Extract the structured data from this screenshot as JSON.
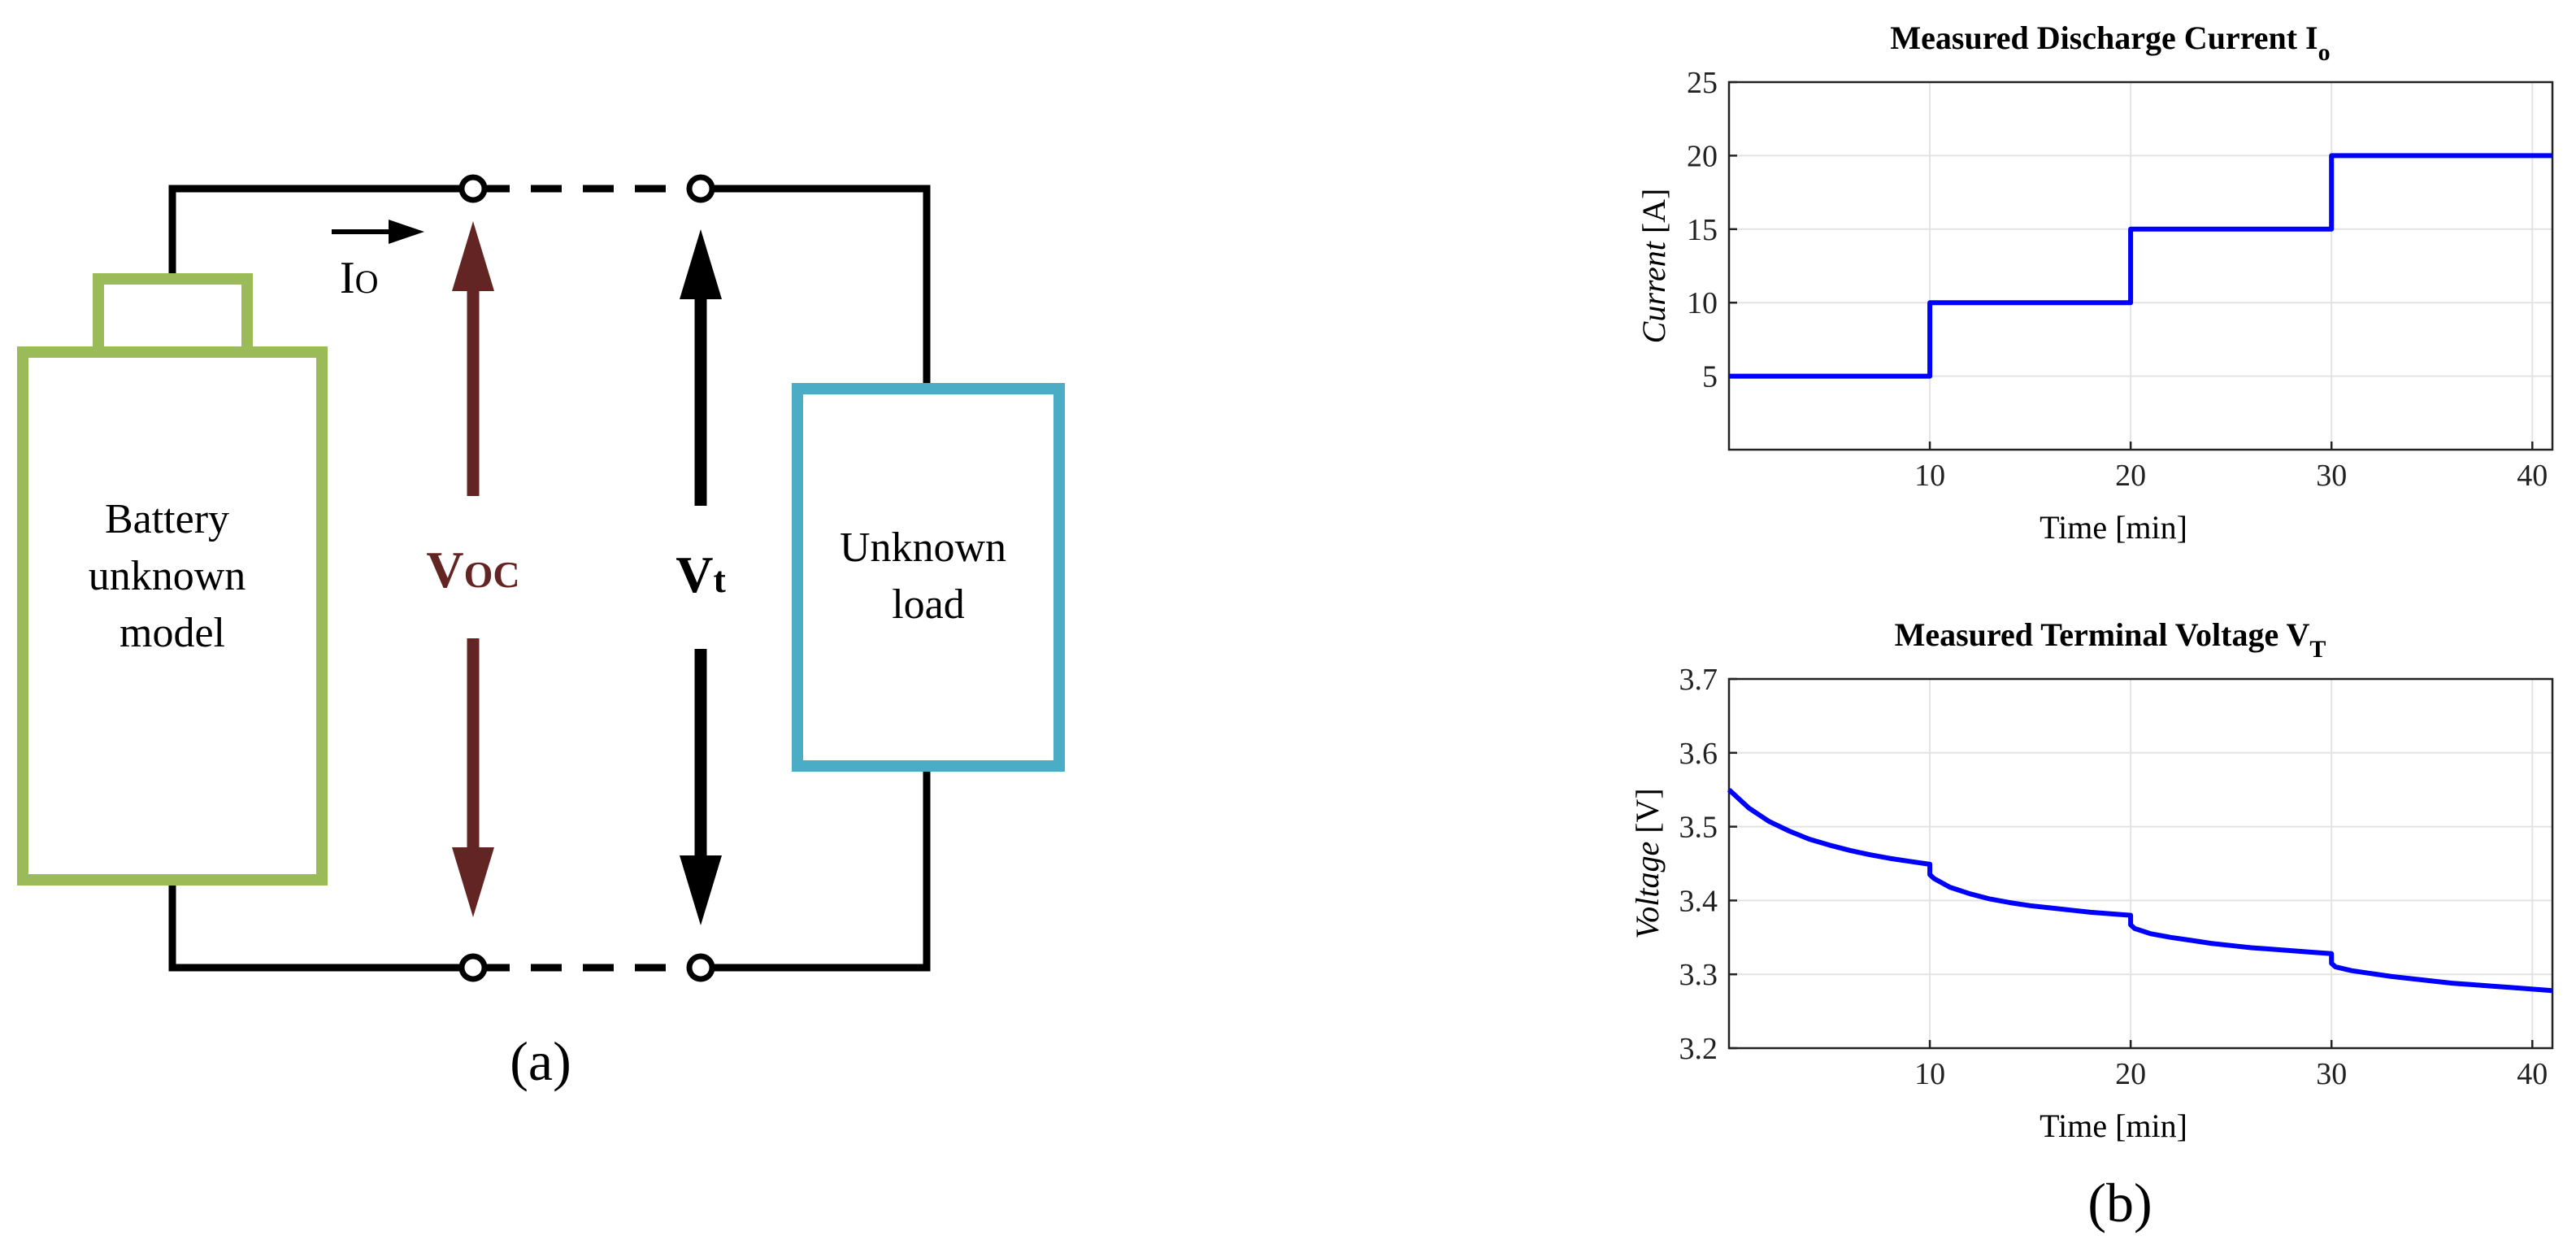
{
  "circuit": {
    "battery_label": [
      "Battery",
      "unknown",
      "model"
    ],
    "load_label": [
      "Unknown",
      "load"
    ],
    "current_label_main": "I",
    "current_label_sub": "O",
    "voc_label_main": "V",
    "voc_label_sub": "OC",
    "vt_label_main": "V",
    "vt_label_sub": "t",
    "panel_label": "(a)",
    "colors": {
      "battery": "#9bbb59",
      "load": "#4bacc6",
      "voc_arrow": "#632523",
      "wire": "#000000"
    }
  },
  "panel_b_label": "(b)",
  "chart_data": [
    {
      "type": "line",
      "title_main": "Measured Discharge Current I",
      "title_sub": "o",
      "xlabel": "Time [min]",
      "ylabel_italic": "Current",
      "ylabel_unit": "[A]",
      "xlim": [
        0,
        41
      ],
      "ylim": [
        0,
        25
      ],
      "xticks": [
        10,
        20,
        30,
        40
      ],
      "yticks": [
        5,
        10,
        15,
        20,
        25
      ],
      "grid": true,
      "color": "#0000ff",
      "series": [
        {
          "x": [
            0,
            10,
            10,
            20,
            20,
            30,
            30,
            41
          ],
          "y": [
            5,
            5,
            10,
            10,
            15,
            15,
            20,
            20
          ]
        }
      ]
    },
    {
      "type": "line",
      "title_main": "Measured Terminal Voltage V",
      "title_sub": "T",
      "xlabel": "Time [min]",
      "ylabel_italic": "Voltage",
      "ylabel_unit": "[V]",
      "xlim": [
        0,
        41
      ],
      "ylim": [
        3.2,
        3.7
      ],
      "xticks": [
        10,
        20,
        30,
        40
      ],
      "yticks": [
        3.2,
        3.3,
        3.4,
        3.5,
        3.6,
        3.7
      ],
      "grid": true,
      "color": "#0000ff",
      "series": [
        {
          "x": [
            0,
            1,
            2,
            3,
            4,
            5,
            6,
            7,
            8,
            9,
            10,
            10,
            10.2,
            11,
            12,
            13,
            14,
            15,
            16,
            17,
            18,
            19,
            20,
            20,
            20.2,
            21,
            22,
            23,
            24,
            25,
            26,
            27,
            28,
            29,
            30,
            30,
            30.2,
            31,
            32,
            33,
            34,
            35,
            36,
            37,
            38,
            39,
            40,
            41
          ],
          "y": [
            3.55,
            3.525,
            3.507,
            3.494,
            3.483,
            3.475,
            3.468,
            3.462,
            3.457,
            3.453,
            3.449,
            3.435,
            3.43,
            3.418,
            3.409,
            3.402,
            3.397,
            3.393,
            3.39,
            3.387,
            3.384,
            3.382,
            3.38,
            3.367,
            3.362,
            3.355,
            3.35,
            3.346,
            3.342,
            3.339,
            3.336,
            3.334,
            3.332,
            3.33,
            3.328,
            3.315,
            3.31,
            3.305,
            3.301,
            3.297,
            3.294,
            3.291,
            3.288,
            3.286,
            3.284,
            3.282,
            3.28,
            3.278
          ]
        }
      ]
    }
  ]
}
